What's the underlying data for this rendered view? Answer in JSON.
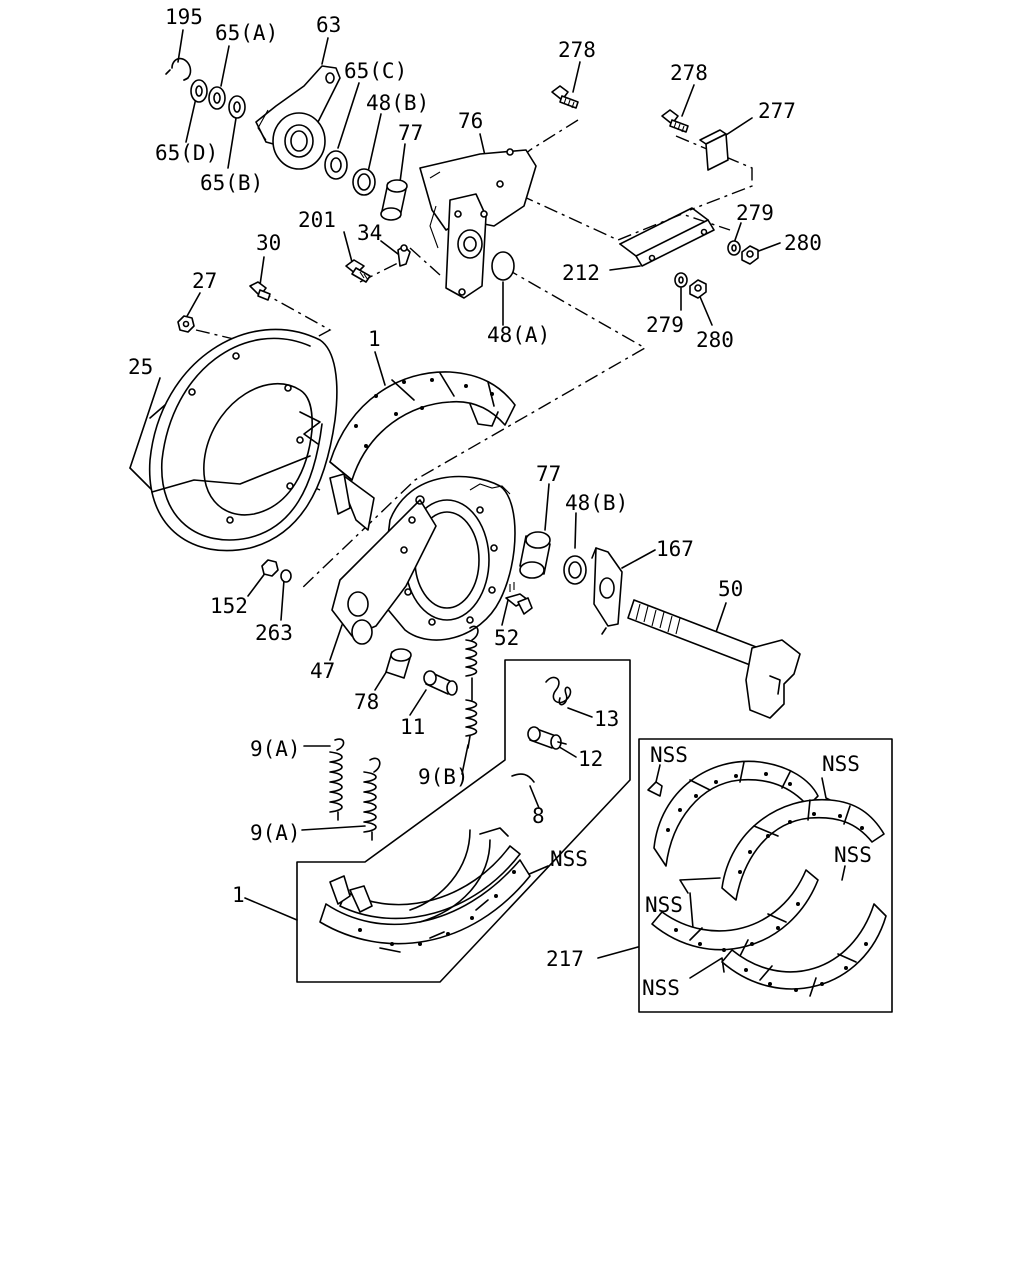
{
  "labels": {
    "p195": "195",
    "p65a": "65(A)",
    "p63": "63",
    "p65c": "65(C)",
    "p48b_top": "48(B)",
    "p77_top": "77",
    "p65d": "65(D)",
    "p65b": "65(B)",
    "p278_a": "278",
    "p278_b": "278",
    "p277": "277",
    "p76": "76",
    "p201": "201",
    "p34": "34",
    "p30": "30",
    "p279_a": "279",
    "p280_a": "280",
    "p212": "212",
    "p27": "27",
    "p279_b": "279",
    "p280_b": "280",
    "p48a": "48(A)",
    "p1_top": "1",
    "p25": "25",
    "p77_mid": "77",
    "p48b_mid": "48(B)",
    "p167": "167",
    "p50": "50",
    "p152": "152",
    "p263": "263",
    "p52": "52",
    "p47": "47",
    "p78": "78",
    "p11": "11",
    "p13": "13",
    "p12": "12",
    "p9a_top": "9(A)",
    "p9b": "9(B)",
    "p8": "8",
    "p9a_bottom": "9(A)",
    "p1_bottom": "1",
    "nss_box": "NSS",
    "nss_217_a": "NSS",
    "nss_217_b": "NSS",
    "nss_217_c": "NSS",
    "nss_217_d": "NSS",
    "nss_217_e": "NSS",
    "p217": "217"
  }
}
